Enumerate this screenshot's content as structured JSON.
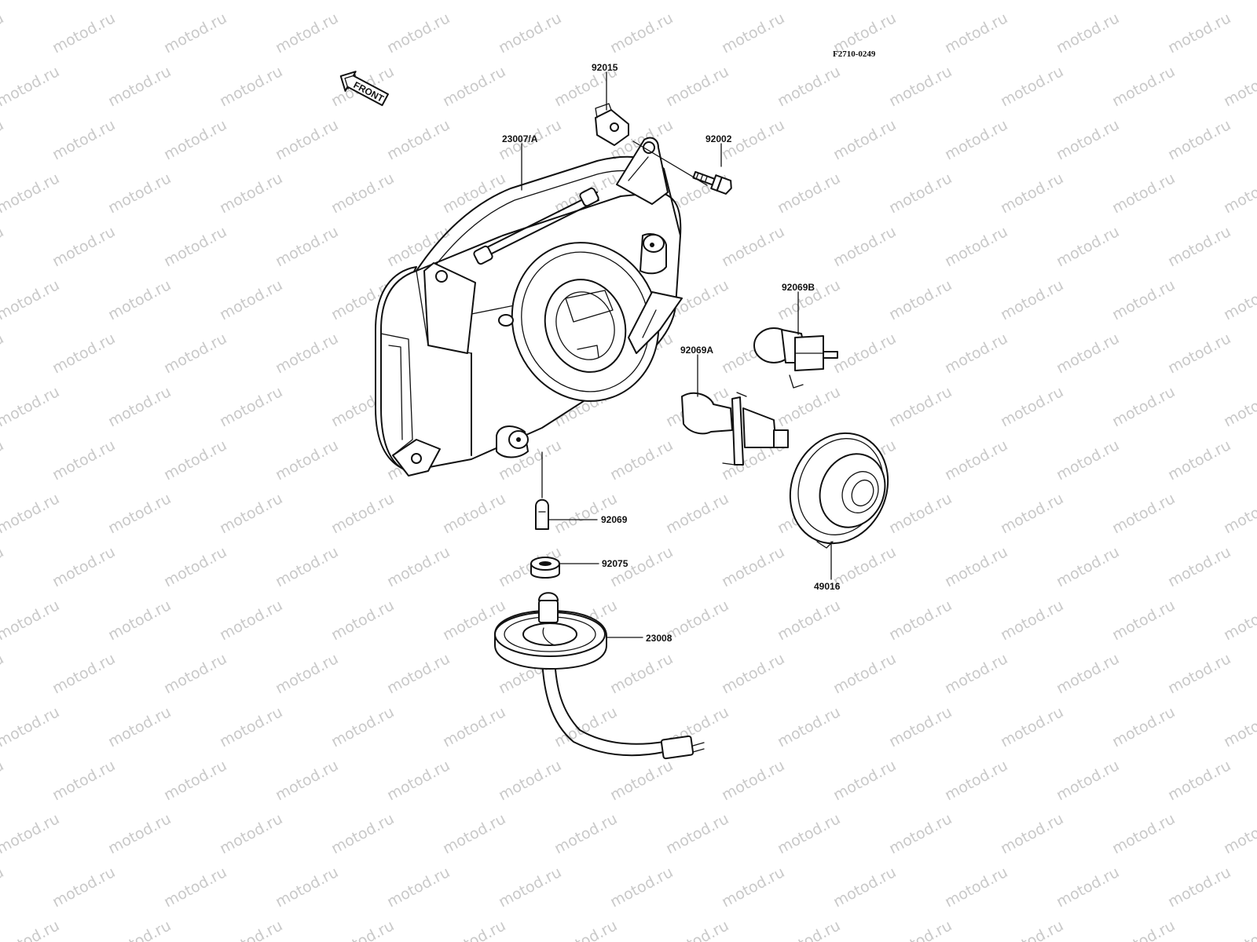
{
  "diagram": {
    "figure_code": "F2710-0249",
    "front_arrow_label": "FRONT",
    "watermark_text": "motod.ru",
    "ink_color": "#111111",
    "watermark_color": "#c9c9c9"
  },
  "parts": [
    {
      "id": "p23007",
      "label": "23007/A"
    },
    {
      "id": "p92015",
      "label": "92015"
    },
    {
      "id": "p92002",
      "label": "92002"
    },
    {
      "id": "p92069B",
      "label": "92069B"
    },
    {
      "id": "p92069A",
      "label": "92069A"
    },
    {
      "id": "p92069",
      "label": "92069"
    },
    {
      "id": "p92075",
      "label": "92075"
    },
    {
      "id": "p49016",
      "label": "49016"
    },
    {
      "id": "p23008",
      "label": "23008"
    }
  ]
}
